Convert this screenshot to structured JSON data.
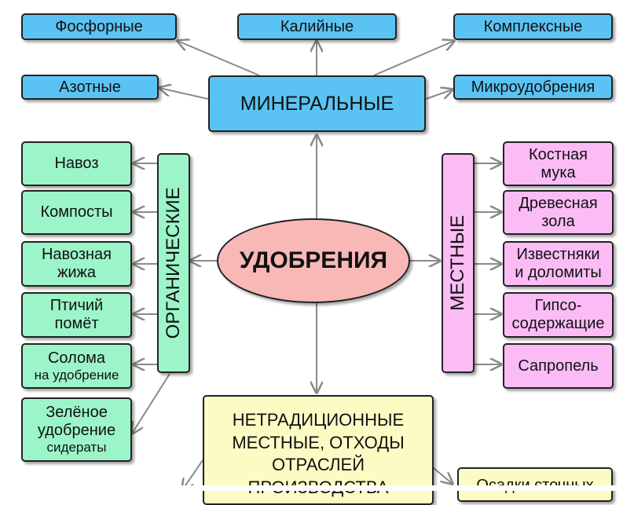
{
  "center": {
    "label": "УДОБРЕНИЯ"
  },
  "mineral": {
    "title": "МИНЕРАЛЬНЫЕ",
    "items": [
      "Фосфорные",
      "Калийные",
      "Комплексные",
      "Азотные",
      "Микроудобрения"
    ]
  },
  "organic": {
    "title": "ОРГАНИЧЕСКИЕ",
    "items": [
      {
        "line1": "Навоз",
        "line2": ""
      },
      {
        "line1": "Компосты",
        "line2": ""
      },
      {
        "line1": "Навозная",
        "line2": "жижа"
      },
      {
        "line1": "Птичий",
        "line2": "помёт"
      },
      {
        "line1": "Солома",
        "line2": "на удобрение"
      },
      {
        "line1": "Зелёное",
        "line2": "удобрение",
        "line3": "сидераты"
      }
    ]
  },
  "local": {
    "title": "МЕСТНЫЕ",
    "items": [
      {
        "line1": "Костная",
        "line2": "мука"
      },
      {
        "line1": "Древесная",
        "line2": "зола"
      },
      {
        "line1": "Известняки",
        "line2": "и доломиты"
      },
      {
        "line1": "Гипсо-",
        "line2": "содержащие"
      },
      {
        "line1": "Сапропель",
        "line2": ""
      }
    ]
  },
  "nontraditional": {
    "line1": "НЕТРАДИЦИОННЫЕ",
    "line2": "МЕСТНЫЕ, ОТХОДЫ",
    "line3": "ОТРАСЛЕЙ",
    "line4": "ПРОИЗВОДСТВА",
    "items": [
      "Осадки сточных"
    ]
  },
  "colors": {
    "mineral": "#5bc3f3",
    "organic": "#9bf5c8",
    "local": "#fbbcf6",
    "nontraditional": "#fdfbc4",
    "center": "#f8b9b6",
    "arrow": "#8a8a8a"
  }
}
